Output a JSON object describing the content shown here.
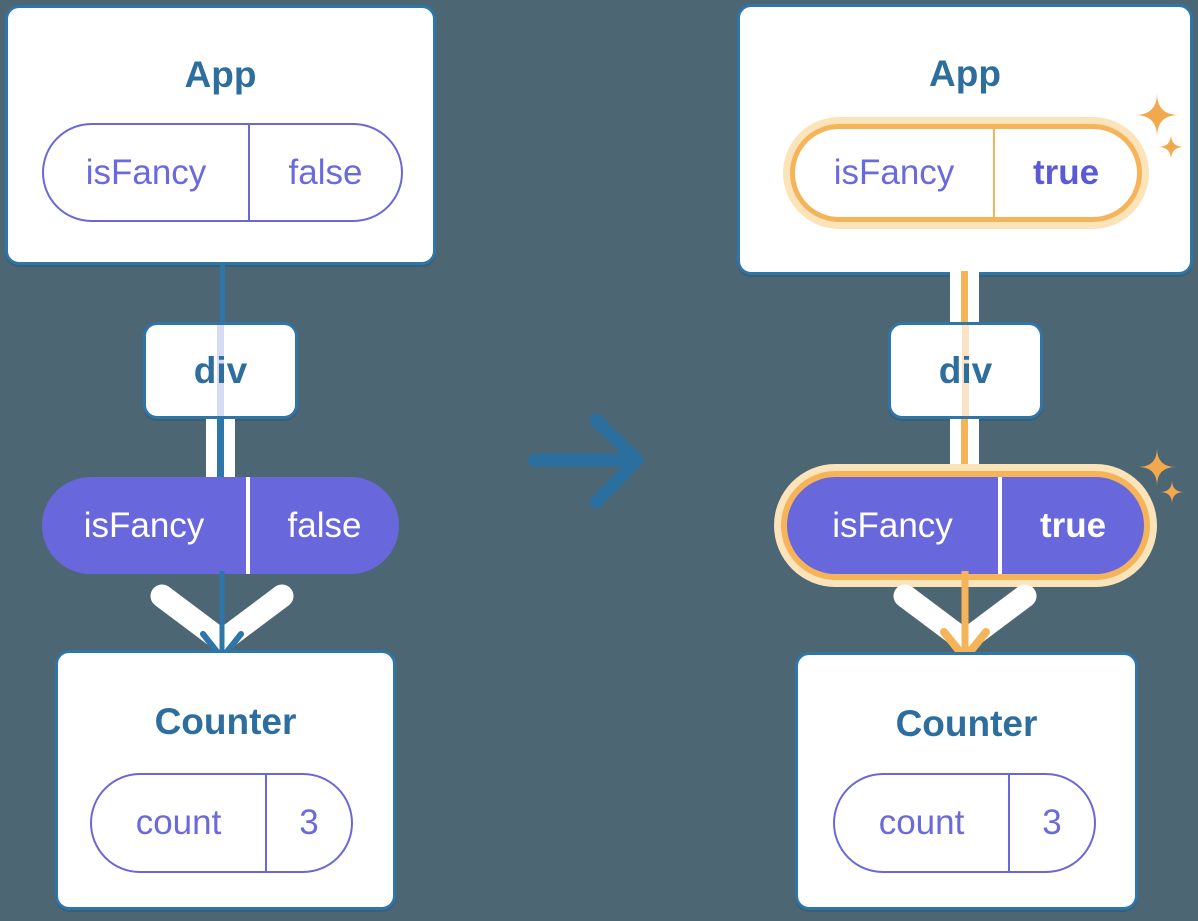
{
  "colors": {
    "background": "#4D6673",
    "card_outline_blue": "#2E75A8",
    "component_title_blue": "#2D6E9E",
    "state_purple_fill": "#6967DC",
    "state_purple_text": "#6B69DE",
    "highlight_orange": "#F6B45A",
    "highlight_orange_halo": "#FBE3BA",
    "sparkle_orange": "#F2A94E",
    "white": "#FFFFFF"
  },
  "icons": {
    "transition_arrow": "right-arrow",
    "prop_flow_arrow": "down-arrow",
    "emphasis_chevron": "white-down-chevron",
    "sparkle_large": "four-point-star",
    "sparkle_small": "four-point-star"
  },
  "before": {
    "app": {
      "title": "App",
      "prop_name": "isFancy",
      "prop_value": "false"
    },
    "div_node": {
      "label": "div"
    },
    "passed_prop": {
      "name": "isFancy",
      "value": "false"
    },
    "counter": {
      "title": "Counter",
      "state_name": "count",
      "state_value": "3"
    }
  },
  "after": {
    "app": {
      "title": "App",
      "prop_name": "isFancy",
      "prop_value": "true"
    },
    "div_node": {
      "label": "div"
    },
    "passed_prop": {
      "name": "isFancy",
      "value": "true"
    },
    "counter": {
      "title": "Counter",
      "state_name": "count",
      "state_value": "3"
    }
  }
}
